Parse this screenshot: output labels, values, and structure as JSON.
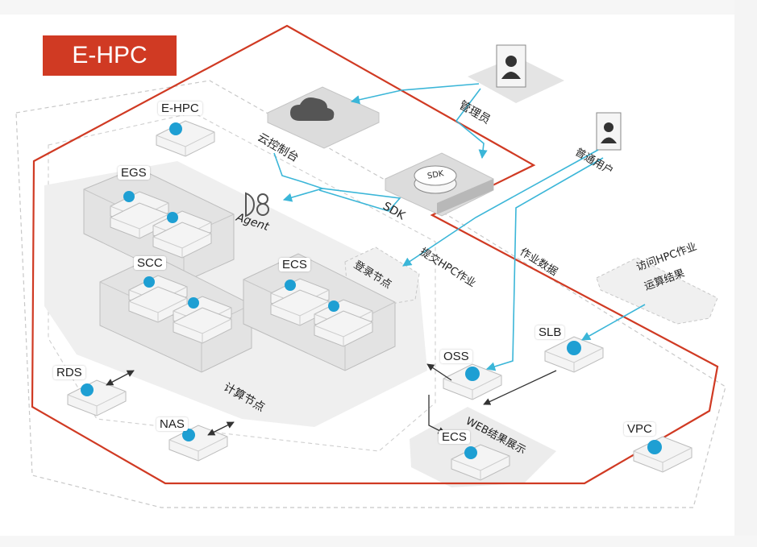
{
  "title": "E-HPC",
  "nodes": {
    "ehpc": "E-HPC",
    "egs": "EGS",
    "scc": "SCC",
    "ecs_compute": "ECS",
    "rds": "RDS",
    "nas": "NAS",
    "oss": "OSS",
    "slb": "SLB",
    "ecs_web": "ECS",
    "vpc": "VPC"
  },
  "labels": {
    "console": "云控制台",
    "sdk": "SDK",
    "sdk_disk": "SDK",
    "agent": "Agent",
    "admin": "管理员",
    "user": "普通用户",
    "login_node": "登录节点",
    "submit_job": "提交HPC作业",
    "job_data": "作业数据",
    "access_results": "访问HPC作业运算结果",
    "access_results_l1": "访问HPC作业",
    "access_results_l2": "运算结果",
    "compute_nodes": "计算节点",
    "web_display": "WEB结果展示"
  },
  "colors": {
    "brand_red": "#d03a23",
    "flow_cyan": "#3bb6d8",
    "icon_blue": "#1e9fd3",
    "panel_gray": "#eeeeee"
  }
}
